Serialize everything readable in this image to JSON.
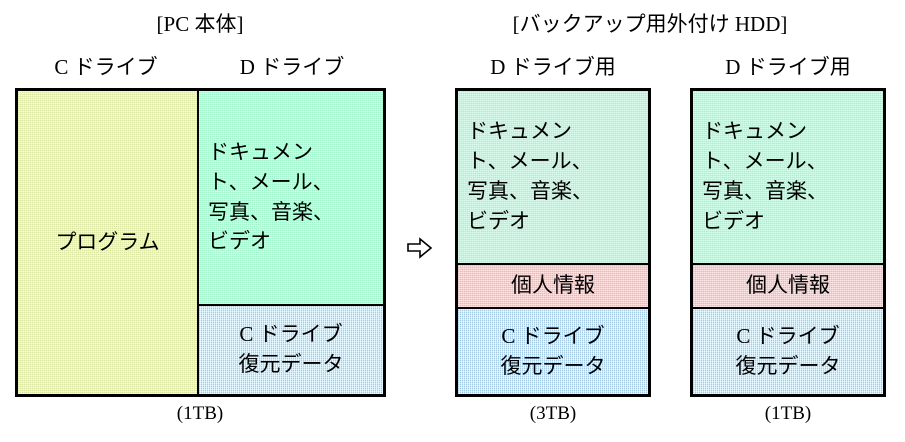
{
  "diagram": {
    "headers": [
      {
        "id": "pc-body",
        "text": "[PC 本体]"
      },
      {
        "id": "backup-hdd",
        "text": "[バックアップ用外付け HDD]"
      }
    ],
    "arrow": {
      "glyph": "⇒",
      "name": "right-arrow-icon"
    },
    "drives": [
      {
        "id": "pc-drives",
        "caption": "(1TB)",
        "columns": [
          {
            "id": "c-drive",
            "label": "C ドライブ",
            "segments": [
              {
                "id": "program",
                "text": "プログラム",
                "color": "#eef0cf",
                "fill": "fill-cream",
                "share": 100
              }
            ]
          },
          {
            "id": "d-drive",
            "label": "D ドライブ",
            "segments": [
              {
                "id": "d-data",
                "text": "ドキュメント、メール、写真、音楽、ビデオ",
                "color": "#a3f3cd",
                "fill": "fill-mint",
                "share": 71
              },
              {
                "id": "c-restore",
                "text": "C ドライブ\n復元データ",
                "color": "#dcf0fa",
                "fill": "fill-blue",
                "share": 29
              }
            ]
          }
        ]
      },
      {
        "id": "backup-3tb",
        "caption": "(3TB)",
        "columns": [
          {
            "id": "d-drive-backup-3tb",
            "label": "D ドライブ用",
            "segments": [
              {
                "id": "d-data",
                "text": "ドキュメント、メール、写真、音楽、ビデオ",
                "color": "#a3f3cd",
                "fill": "fill-mint",
                "share": 58
              },
              {
                "id": "personal-info",
                "text": "個人情報",
                "color": "#f9cdcd",
                "fill": "fill-pink",
                "share": 14
              },
              {
                "id": "c-restore",
                "text": "C ドライブ\n復元データ",
                "color": "#dcf0fa",
                "fill": "fill-blue",
                "share": 28
              }
            ]
          }
        ]
      },
      {
        "id": "backup-1tb",
        "caption": "(1TB)",
        "columns": [
          {
            "id": "d-drive-backup-1tb",
            "label": "D ドライブ用",
            "segments": [
              {
                "id": "d-data",
                "text": "ドキュメント、メール、写真、音楽、ビデオ",
                "color": "#a3f3cd",
                "fill": "fill-mint",
                "share": 58
              },
              {
                "id": "personal-info",
                "text": "個人情報",
                "color": "#f9cdcd",
                "fill": "fill-pink",
                "share": 14
              },
              {
                "id": "c-restore",
                "text": "C ドライブ\n復元データ",
                "color": "#dcf0fa",
                "fill": "fill-blue",
                "share": 28
              }
            ]
          }
        ]
      }
    ],
    "text": {
      "d_data_lines": [
        "ドキュメン",
        "ト、メール、",
        "写真、音楽、",
        "ビデオ"
      ],
      "c_restore_lines": [
        "C ドライブ",
        "復元データ"
      ],
      "program": "プログラム",
      "personal_info": "個人情報"
    }
  }
}
